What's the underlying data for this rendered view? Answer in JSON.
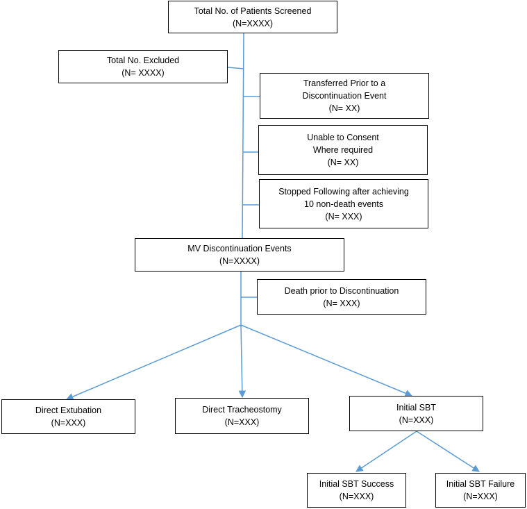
{
  "colors": {
    "connector": "#5b9bd5",
    "border": "#000000",
    "background": "#ffffff"
  },
  "boxes": {
    "screened": {
      "lines": [
        "Total No. of Patients Screened",
        "(N=XXXX)"
      ]
    },
    "excluded": {
      "lines": [
        "Total No. Excluded",
        "(N= XXXX)"
      ]
    },
    "transferred": {
      "lines": [
        "Transferred Prior to a",
        "Discontinuation Event",
        "(N= XX)"
      ]
    },
    "unable": {
      "lines": [
        "Unable to Consent",
        "Where required",
        "(N= XX)"
      ]
    },
    "stopped": {
      "lines": [
        "Stopped Following after achieving",
        "10 non-death events",
        "(N= XXX)"
      ]
    },
    "mv_events": {
      "lines": [
        "MV Discontinuation Events",
        "(N=XXXX)"
      ]
    },
    "death": {
      "lines": [
        "Death prior to Discontinuation",
        "(N= XXX)"
      ]
    },
    "extubation": {
      "lines": [
        "Direct Extubation",
        "(N=XXX)"
      ]
    },
    "tracheostomy": {
      "lines": [
        "Direct Tracheostomy",
        "(N=XXX)"
      ]
    },
    "initial_sbt": {
      "lines": [
        "Initial SBT",
        "(N=XXX)"
      ]
    },
    "sbt_success": {
      "lines": [
        "Initial SBT Success",
        "(N=XXX)"
      ]
    },
    "sbt_failure": {
      "lines": [
        "Initial SBT Failure",
        "(N=XXX)"
      ]
    }
  }
}
